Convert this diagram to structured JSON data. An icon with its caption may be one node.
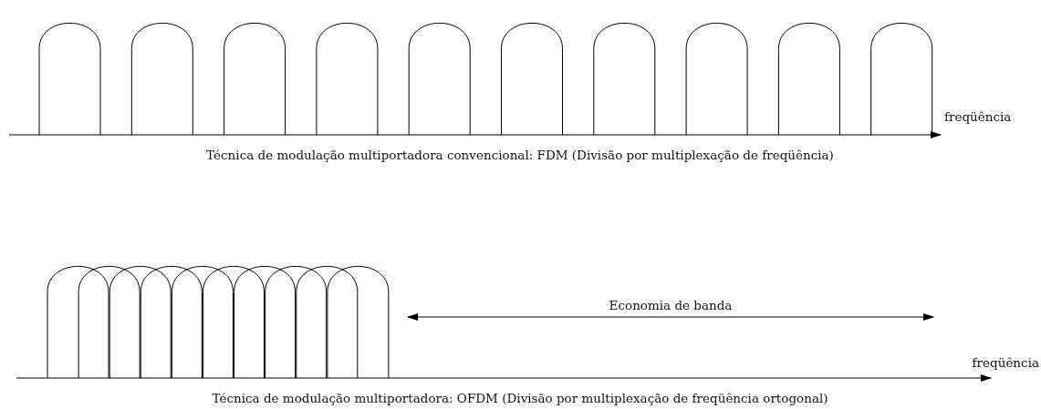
{
  "diagram": {
    "labels": [
      "freqüência",
      "Técnica de modulação multiportadora convencional: FDM (Divisão por multiplexação de freqüência)",
      "Economia de banda",
      "freqüência",
      "Técnica de modulação multiportadora: OFDM (Divisão por multiplexação de freqüência ortogonal)"
    ]
  }
}
